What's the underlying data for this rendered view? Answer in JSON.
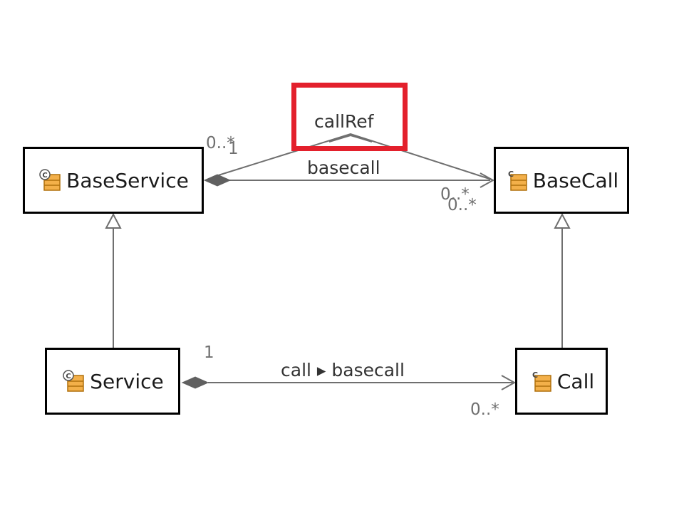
{
  "colors": {
    "box_border": "#000000",
    "line": "#6f6f6f",
    "text": "#333333",
    "highlight": "#e3202c",
    "icon_fill": "#f3b04a",
    "icon_stroke": "#b0700c"
  },
  "classes": {
    "base_service": {
      "name": "BaseService",
      "icon": "class-icon"
    },
    "base_call": {
      "name": "BaseCall",
      "icon": "class-icon"
    },
    "service": {
      "name": "Service",
      "icon": "class-icon"
    },
    "call": {
      "name": "Call",
      "icon": "class-icon"
    }
  },
  "associations": {
    "call_ref": {
      "label": "callRef",
      "source_multiplicity": "0..*",
      "target_multiplicity": "0..*"
    },
    "basecall_top": {
      "label": "basecall",
      "source_multiplicity": "1",
      "target_multiplicity": "0..*"
    },
    "call_bottom": {
      "label": "call ▸ basecall",
      "source_multiplicity": "1",
      "target_multiplicity": "0..*"
    }
  },
  "generalizations": [
    {
      "from": "Service",
      "to": "BaseService"
    },
    {
      "from": "Call",
      "to": "BaseCall"
    }
  ]
}
